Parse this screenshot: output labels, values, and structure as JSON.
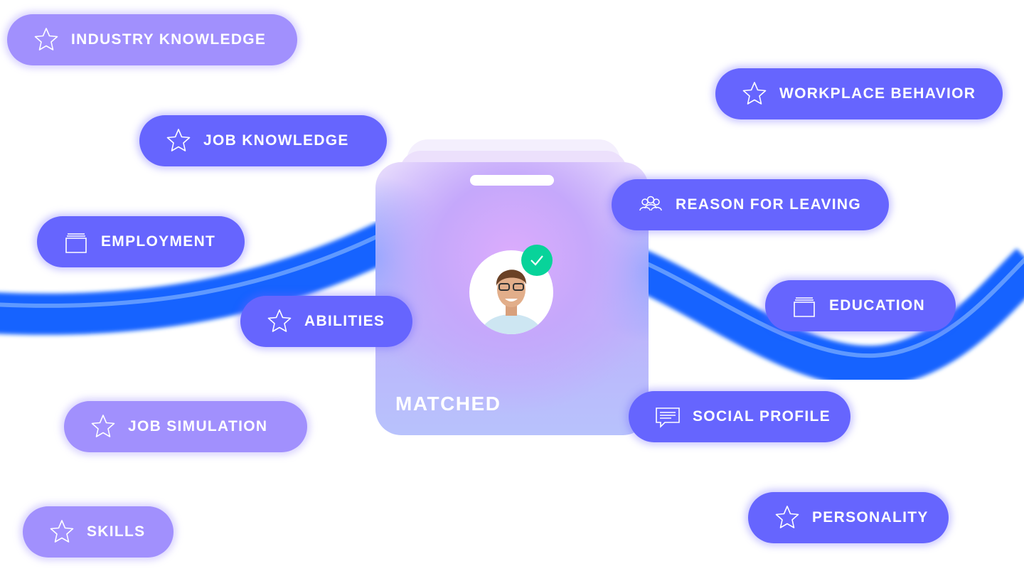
{
  "card": {
    "status": "MATCHED",
    "avatar_icon": "person-photo",
    "verified_icon": "check-icon"
  },
  "pills": [
    {
      "label": "INDUSTRY KNOWLEDGE",
      "icon": "star-icon",
      "tone": "light"
    },
    {
      "label": "JOB KNOWLEDGE",
      "icon": "star-icon",
      "tone": "dark"
    },
    {
      "label": "EMPLOYMENT",
      "icon": "folder-icon",
      "tone": "dark"
    },
    {
      "label": "ABILITIES",
      "icon": "star-icon",
      "tone": "dark"
    },
    {
      "label": "JOB SIMULATION",
      "icon": "star-icon",
      "tone": "light"
    },
    {
      "label": "SKILLS",
      "icon": "star-icon",
      "tone": "light"
    },
    {
      "label": "WORKPLACE BEHAVIOR",
      "icon": "star-icon",
      "tone": "dark"
    },
    {
      "label": "REASON FOR LEAVING",
      "icon": "people-icon",
      "tone": "dark"
    },
    {
      "label": "EDUCATION",
      "icon": "folder-icon",
      "tone": "dark"
    },
    {
      "label": "SOCIAL PROFILE",
      "icon": "chat-icon",
      "tone": "dark"
    },
    {
      "label": "PERSONALITY",
      "icon": "star-icon",
      "tone": "dark"
    }
  ],
  "colors": {
    "pill_light": "#a190fd",
    "pill_dark": "#6665fe",
    "wave": "#1463ff",
    "check": "#08d39a"
  }
}
